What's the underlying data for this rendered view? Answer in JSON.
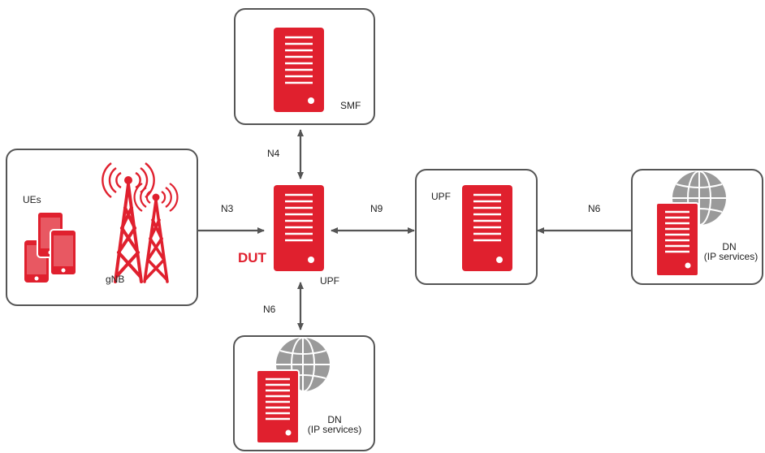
{
  "nodes": {
    "smf": {
      "label": "SMF"
    },
    "ran": {
      "ues_label": "UEs",
      "gnb_label": "gNB"
    },
    "dut": {
      "tag": "DUT",
      "label": "UPF"
    },
    "upf2": {
      "label": "UPF"
    },
    "dn_right": {
      "line1": "DN",
      "line2": "(IP services)"
    },
    "dn_bottom": {
      "line1": "DN",
      "line2": "(IP services)"
    }
  },
  "interfaces": {
    "n4": "N4",
    "n3": "N3",
    "n9": "N9",
    "n6_right": "N6",
    "n6_bottom": "N6"
  },
  "colors": {
    "accent": "#e0202e",
    "border": "#555555",
    "arrow": "#555555",
    "globe": "#9a9a9a"
  },
  "icons": [
    "server-icon",
    "globe-icon",
    "cell-tower-icon",
    "mobile-phone-icon",
    "tablet-icon"
  ]
}
